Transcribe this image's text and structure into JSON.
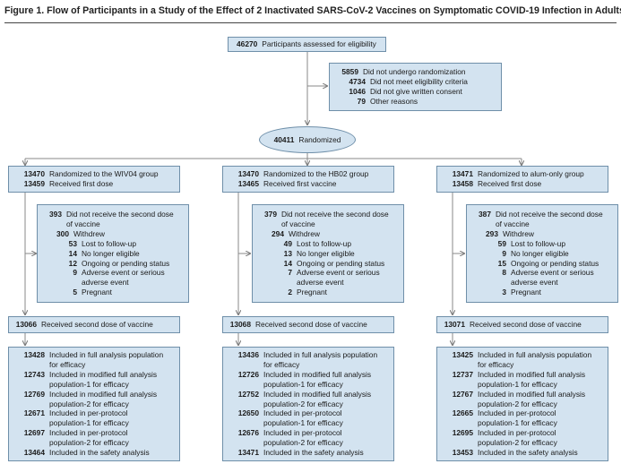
{
  "title": "Figure 1. Flow of Participants in a Study of the Effect of 2 Inactivated SARS-CoV-2 Vaccines on Symptomatic COVID-19 Infection in Adults",
  "assessed": {
    "n": "46270",
    "label": "Participants assessed for eligibility"
  },
  "excluded": {
    "n": "5859",
    "label": "Did not undergo randomization",
    "items": [
      {
        "n": "4734",
        "label": "Did not meet eligibility criteria"
      },
      {
        "n": "1046",
        "label": "Did not give written consent"
      },
      {
        "n": "79",
        "label": "Other reasons"
      }
    ]
  },
  "randomized": {
    "n": "40411",
    "label": "Randomized"
  },
  "groups": [
    {
      "randomized": {
        "n": "13470",
        "label": "Randomized to the WIV04 group"
      },
      "first_dose": {
        "n": "13459",
        "label": "Received first dose"
      },
      "no_second": {
        "n": "393",
        "label1": "Did not receive the second dose",
        "label2": "of vaccine"
      },
      "withdrew": {
        "n": "300",
        "label": "Withdrew"
      },
      "reasons": [
        {
          "n": "53",
          "label": "Lost to follow-up"
        },
        {
          "n": "14",
          "label": "No longer eligible"
        },
        {
          "n": "12",
          "label": "Ongoing or pending status"
        },
        {
          "n": "9",
          "label1": "Adverse event or serious",
          "label2": "adverse event"
        },
        {
          "n": "5",
          "label": "Pregnant"
        }
      ],
      "second_dose": {
        "n": "13066",
        "label": "Received second dose of vaccine"
      },
      "analysis": [
        {
          "n": "13428",
          "label1": "Included in full analysis population",
          "label2": "for efficacy"
        },
        {
          "n": "12743",
          "label1": "Included in modified full analysis",
          "label2": "population-1 for efficacy"
        },
        {
          "n": "12769",
          "label1": "Included in modified full analysis",
          "label2": "population-2 for efficacy"
        },
        {
          "n": "12671",
          "label1": "Included in per-protocol",
          "label2": "population-1 for efficacy"
        },
        {
          "n": "12697",
          "label1": "Included in per-protocol",
          "label2": "population-2 for efficacy"
        },
        {
          "n": "13464",
          "label1": "Included in the safety analysis",
          "label2": ""
        }
      ]
    },
    {
      "randomized": {
        "n": "13470",
        "label": "Randomized to the HB02 group"
      },
      "first_dose": {
        "n": "13465",
        "label": "Received first vaccine"
      },
      "no_second": {
        "n": "379",
        "label1": "Did not receive the second dose",
        "label2": "of vaccine"
      },
      "withdrew": {
        "n": "294",
        "label": "Withdrew"
      },
      "reasons": [
        {
          "n": "49",
          "label": "Lost to follow-up"
        },
        {
          "n": "13",
          "label": "No longer eligible"
        },
        {
          "n": "14",
          "label": "Ongoing or pending status"
        },
        {
          "n": "7",
          "label1": "Adverse event or serious",
          "label2": "adverse event"
        },
        {
          "n": "2",
          "label": "Pregnant"
        }
      ],
      "second_dose": {
        "n": "13068",
        "label": "Received second dose of vaccine"
      },
      "analysis": [
        {
          "n": "13436",
          "label1": "Included in full analysis population",
          "label2": "for efficacy"
        },
        {
          "n": "12726",
          "label1": "Included in modified full analysis",
          "label2": "population-1 for efficacy"
        },
        {
          "n": "12752",
          "label1": "Included in modified full analysis",
          "label2": "population-2 for efficacy"
        },
        {
          "n": "12650",
          "label1": "Included in per-protocol",
          "label2": "population-1 for efficacy"
        },
        {
          "n": "12676",
          "label1": "Included in per-protocol",
          "label2": "population-2 for efficacy"
        },
        {
          "n": "13471",
          "label1": "Included in the safety analysis",
          "label2": ""
        }
      ]
    },
    {
      "randomized": {
        "n": "13471",
        "label": "Randomized to alum-only group"
      },
      "first_dose": {
        "n": "13458",
        "label": "Received first dose"
      },
      "no_second": {
        "n": "387",
        "label1": "Did not receive the second dose",
        "label2": "of vaccine"
      },
      "withdrew": {
        "n": "293",
        "label": "Withdrew"
      },
      "reasons": [
        {
          "n": "59",
          "label": "Lost to follow-up"
        },
        {
          "n": "9",
          "label": "No longer eligible"
        },
        {
          "n": "15",
          "label": "Ongoing or pending status"
        },
        {
          "n": "8",
          "label1": "Adverse event or serious",
          "label2": "adverse event"
        },
        {
          "n": "3",
          "label": "Pregnant"
        }
      ],
      "second_dose": {
        "n": "13071",
        "label": "Received second dose of vaccine"
      },
      "analysis": [
        {
          "n": "13425",
          "label1": "Included in full analysis population",
          "label2": "for efficacy"
        },
        {
          "n": "12737",
          "label1": "Included in modified full analysis",
          "label2": "population-1 for efficacy"
        },
        {
          "n": "12767",
          "label1": "Included in modified full analysis",
          "label2": "population-2 for efficacy"
        },
        {
          "n": "12665",
          "label1": "Included in per-protocol",
          "label2": "population-1 for efficacy"
        },
        {
          "n": "12695",
          "label1": "Included in per-protocol",
          "label2": "population-2 for efficacy"
        },
        {
          "n": "13453",
          "label1": "Included in the safety analysis",
          "label2": ""
        }
      ]
    }
  ]
}
